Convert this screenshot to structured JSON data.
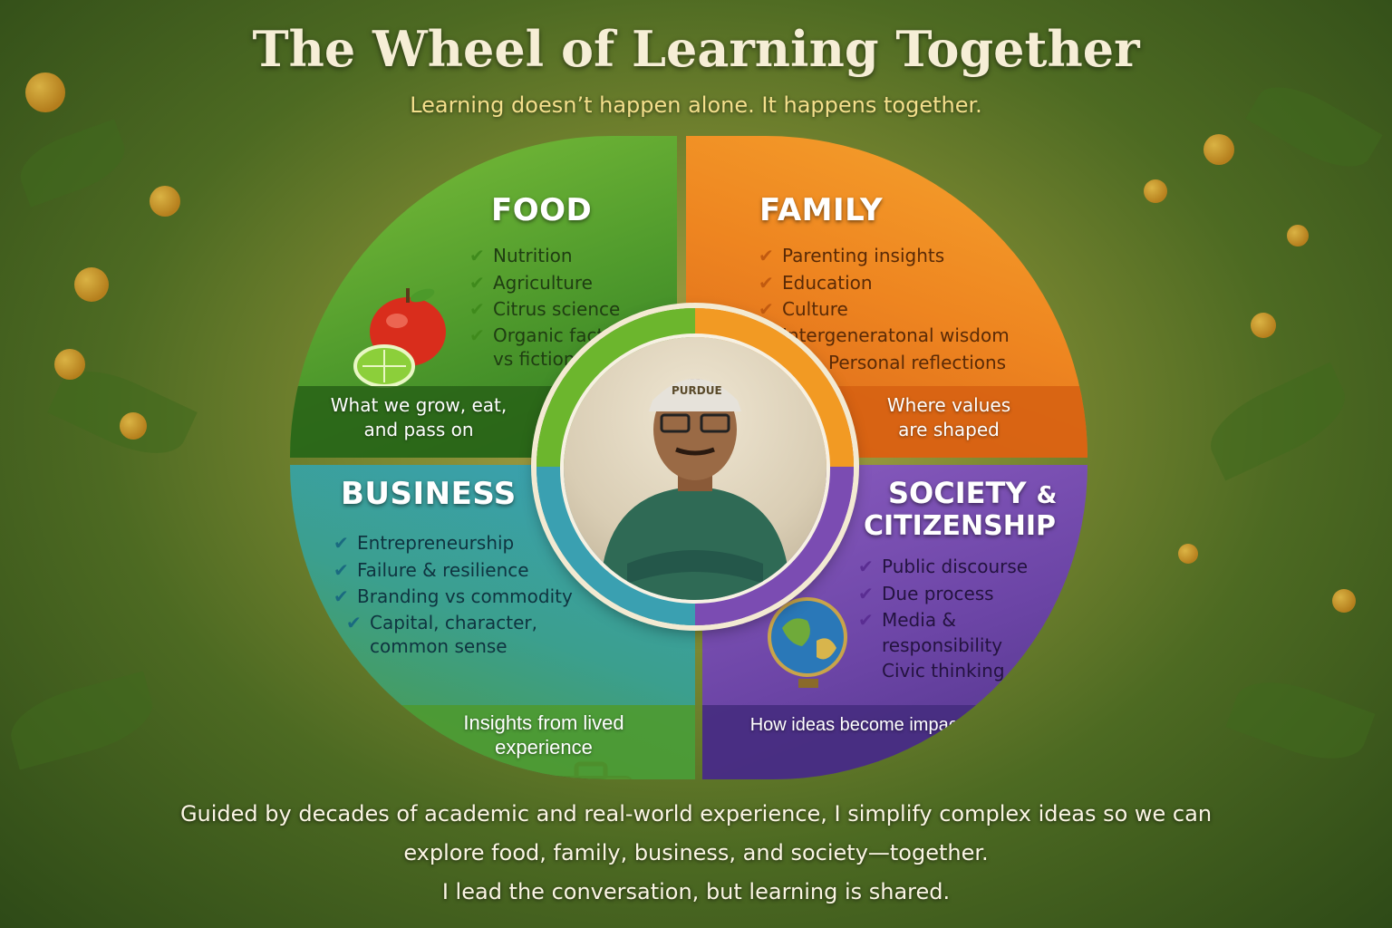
{
  "header": {
    "title": "The Wheel of Learning Together",
    "subtitle": "Learning doesn’t happen alone. It happens together."
  },
  "wheel": {
    "food": {
      "title": "FOOD",
      "items": [
        "Nutrition",
        "Agriculture",
        "Citrus science",
        "Organic facts\nvs fiction"
      ],
      "footer": "What we grow, eat,\nand pass on",
      "color": "#4f9a2c"
    },
    "family": {
      "title": "FAMILY",
      "items": [
        "Parenting insights",
        "Education",
        "Culture"
      ],
      "extra_lines": [
        "Intergeneratonal wisdom",
        "Personal reflections"
      ],
      "footer": "Where values\nare shaped",
      "color": "#ee8520"
    },
    "business": {
      "title": "BUSINESS",
      "items": [
        "Entrepreneurship",
        "Failure & resilience",
        "Branding vs commodity",
        "Capital, character,\ncommon sense"
      ],
      "footer": "Insights from lived\nexperience",
      "color": "#3aa1b7"
    },
    "society": {
      "title_line1": "SOCIETY",
      "title_amp": "&",
      "title_line2": "CITIZENSHIP",
      "items": [
        "Public discourse",
        "Due process",
        "Media &\nresponsibility"
      ],
      "extra_lines": [
        "Civic thinking"
      ],
      "footer": "How ideas become impact",
      "color": "#6c45a6"
    },
    "center": {
      "cap_text": "PURDUE"
    }
  },
  "bottom": {
    "line1": "Guided by decades of academic and real-world experience, I simplify complex ideas so we can",
    "line2": "explore food, family, business, and society—together.",
    "line3": "I lead the conversation, but learning is shared."
  },
  "icons": {
    "check": "check-icon",
    "apple": "apple-icon",
    "lime": "lime-icon",
    "briefcase": "briefcase-icon",
    "globe": "globe-icon"
  }
}
